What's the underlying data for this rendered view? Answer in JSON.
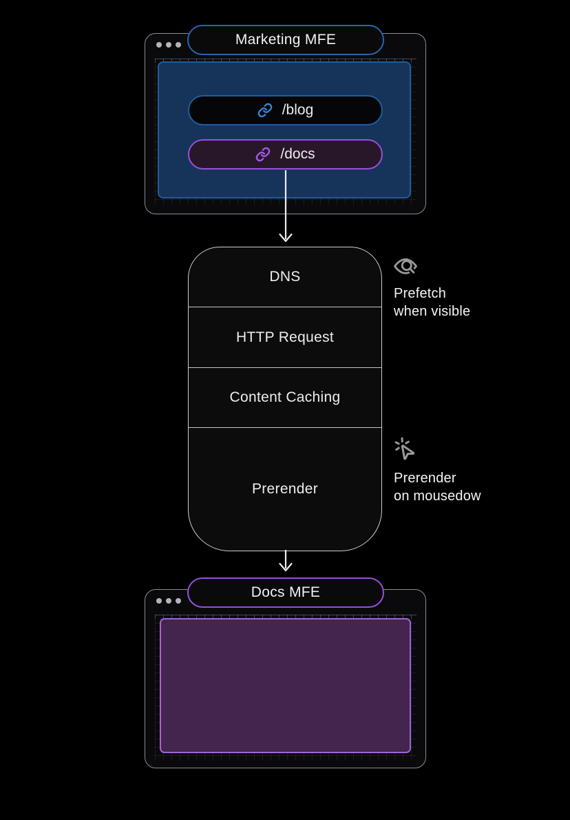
{
  "colors": {
    "accent_blue": "#2566ae",
    "accent_purple": "#9a4fdf",
    "panel_blue": "#16345a",
    "panel_blue_border": "#1f5d9c",
    "panel_purple": "#44254e",
    "panel_purple_border": "#a263d9",
    "docs_pill_bg": "#281729",
    "link_blue": "#3b82d4",
    "link_purple": "#a25ae8",
    "window_bg": "#0a0a0c",
    "window_border": "#8e8e92",
    "box_bg": "#0c0c0c",
    "box_border": "#cfcfcf",
    "icon_gray": "#9a9a9a"
  },
  "marketing_window": {
    "title": "Marketing MFE",
    "links": [
      {
        "label": "/blog"
      },
      {
        "label": "/docs"
      }
    ]
  },
  "pipeline": {
    "steps": [
      "DNS",
      "HTTP Request",
      "Content Caching",
      "Prerender"
    ]
  },
  "annotations": [
    {
      "line1": "Prefetch",
      "line2": "when visible"
    },
    {
      "line1": "Prerender",
      "line2": "on mousedow"
    }
  ],
  "docs_window": {
    "title": "Docs MFE"
  }
}
